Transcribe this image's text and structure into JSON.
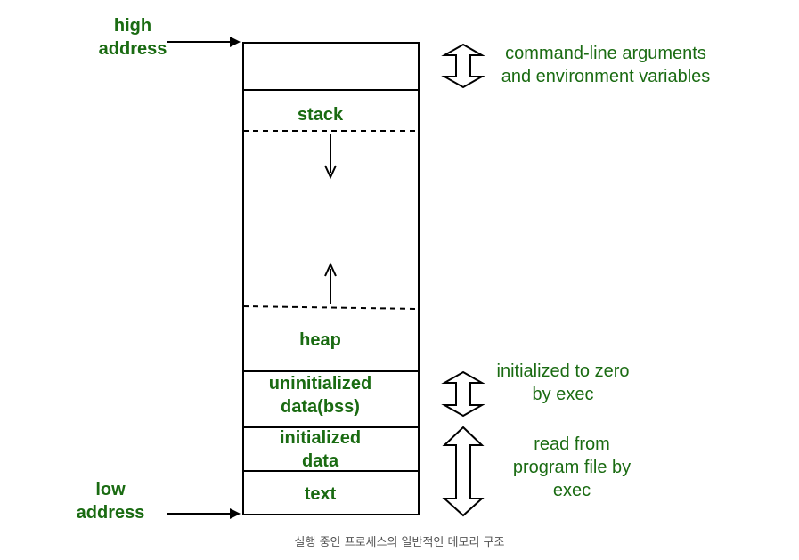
{
  "diagram": {
    "pointers": {
      "high": [
        "high",
        "address"
      ],
      "low": [
        "low",
        "address"
      ]
    },
    "segments": {
      "stack": "stack",
      "heap": "heap",
      "bss": [
        "uninitialized",
        "data(bss)"
      ],
      "data": [
        "initialized",
        "data"
      ],
      "text": "text"
    },
    "annotations": {
      "args": [
        "command-line arguments",
        "and environment variables"
      ],
      "bss": [
        "initialized to zero",
        "by exec"
      ],
      "program": [
        "read from",
        "program file by",
        "exec"
      ]
    },
    "caption": "실행 중인 프로세스의 일반적인 메모리 구조"
  },
  "colors": {
    "label": "#1a6b12",
    "line": "#000000"
  }
}
